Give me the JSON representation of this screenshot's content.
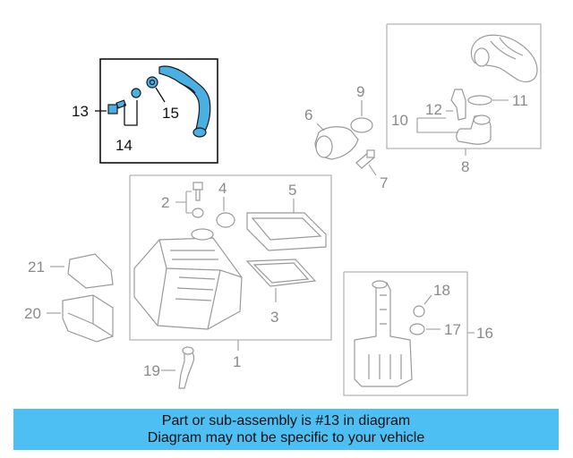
{
  "labels": {
    "p1": "1",
    "p2": "2",
    "p3": "3",
    "p4": "4",
    "p5": "5",
    "p6": "6",
    "p7": "7",
    "p8": "8",
    "p9": "9",
    "p10": "10",
    "p11": "11",
    "p12": "12",
    "p13": "13",
    "p14": "14",
    "p15": "15",
    "p16": "16",
    "p17": "17",
    "p18": "18",
    "p19": "19",
    "p20": "20",
    "p21": "21"
  },
  "banner": {
    "line1": "Part or sub-assembly is #13 in diagram",
    "line2": "Diagram may not be specific to your vehicle"
  },
  "colors": {
    "highlight": "#4ab0e3",
    "banner": "#4dbff2"
  }
}
